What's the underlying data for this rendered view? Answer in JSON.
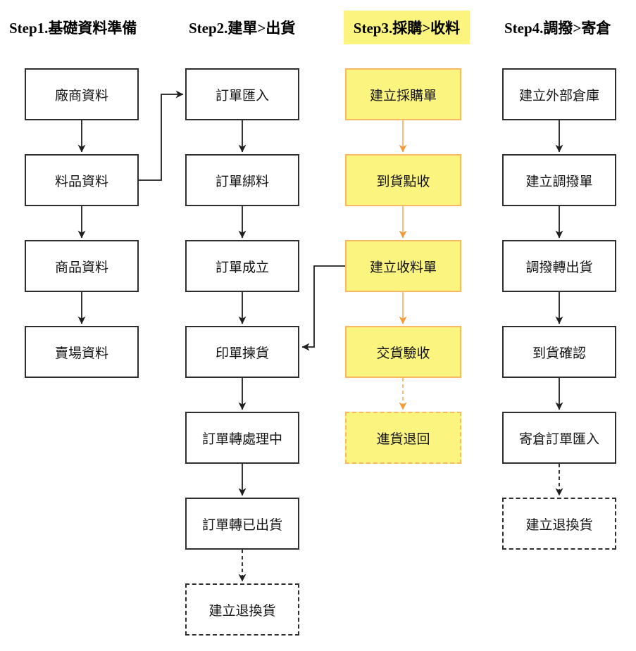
{
  "diagram": {
    "type": "flowchart",
    "colors": {
      "background": "#ffffff",
      "box_border": "#2e2e2e",
      "highlight_fill": "#fbf57f",
      "highlight_border": "#f9b863",
      "arrow_black": "#1f1f1f",
      "arrow_orange": "#f49a38"
    },
    "columns": [
      {
        "header": "Step1.基礎資料準備",
        "highlighted": false,
        "boxes": [
          {
            "label": "廠商資料",
            "style": "solid"
          },
          {
            "label": "料品資料",
            "style": "solid"
          },
          {
            "label": "商品資料",
            "style": "solid"
          },
          {
            "label": "賣場資料",
            "style": "solid"
          }
        ]
      },
      {
        "header": "Step2.建單>出貨",
        "highlighted": false,
        "boxes": [
          {
            "label": "訂單匯入",
            "style": "solid"
          },
          {
            "label": "訂單綁料",
            "style": "solid"
          },
          {
            "label": "訂單成立",
            "style": "solid"
          },
          {
            "label": "印單揀貨",
            "style": "solid"
          },
          {
            "label": "訂單轉處理中",
            "style": "solid"
          },
          {
            "label": "訂單轉已出貨",
            "style": "solid"
          },
          {
            "label": "建立退換貨",
            "style": "dashed"
          }
        ]
      },
      {
        "header": "Step3.採購>收料",
        "highlighted": true,
        "boxes": [
          {
            "label": "建立採購單",
            "style": "solid-yellow"
          },
          {
            "label": "到貨點收",
            "style": "solid-yellow"
          },
          {
            "label": "建立收料單",
            "style": "solid-yellow"
          },
          {
            "label": "交貨驗收",
            "style": "solid-yellow"
          },
          {
            "label": "進貨退回",
            "style": "dashed-yellow"
          }
        ]
      },
      {
        "header": "Step4.調撥>寄倉",
        "highlighted": false,
        "boxes": [
          {
            "label": "建立外部倉庫",
            "style": "solid"
          },
          {
            "label": "建立調撥單",
            "style": "solid"
          },
          {
            "label": "調撥轉出貨",
            "style": "solid"
          },
          {
            "label": "到貨確認",
            "style": "solid"
          },
          {
            "label": "寄倉訂單匯入",
            "style": "solid"
          },
          {
            "label": "建立退換貨",
            "style": "dashed"
          }
        ]
      }
    ],
    "connections": [
      {
        "from": "廠商資料",
        "to": "料品資料",
        "style": "solid-black"
      },
      {
        "from": "料品資料",
        "to": "商品資料",
        "style": "solid-black"
      },
      {
        "from": "商品資料",
        "to": "賣場資料",
        "style": "solid-black"
      },
      {
        "from": "料品資料",
        "to": "訂單匯入",
        "style": "solid-black-elbow"
      },
      {
        "from": "訂單匯入",
        "to": "訂單綁料",
        "style": "solid-black"
      },
      {
        "from": "訂單綁料",
        "to": "訂單成立",
        "style": "solid-black"
      },
      {
        "from": "訂單成立",
        "to": "印單揀貨",
        "style": "solid-black"
      },
      {
        "from": "印單揀貨",
        "to": "訂單轉處理中",
        "style": "solid-black"
      },
      {
        "from": "訂單轉處理中",
        "to": "訂單轉已出貨",
        "style": "solid-black"
      },
      {
        "from": "訂單轉已出貨",
        "to": "建立退換貨",
        "style": "dashed-black"
      },
      {
        "from": "建立採購單",
        "to": "到貨點收",
        "style": "solid-orange"
      },
      {
        "from": "到貨點收",
        "to": "建立收料單",
        "style": "solid-orange"
      },
      {
        "from": "建立收料單",
        "to": "交貨驗收",
        "style": "solid-orange"
      },
      {
        "from": "交貨驗收",
        "to": "進貨退回",
        "style": "dashed-orange"
      },
      {
        "from": "建立收料單",
        "to": "印單揀貨",
        "style": "solid-black-elbow"
      },
      {
        "from": "建立外部倉庫",
        "to": "建立調撥單",
        "style": "solid-black"
      },
      {
        "from": "建立調撥單",
        "to": "調撥轉出貨",
        "style": "solid-black"
      },
      {
        "from": "調撥轉出貨",
        "to": "到貨確認",
        "style": "solid-black"
      },
      {
        "from": "到貨確認",
        "to": "寄倉訂單匯入",
        "style": "solid-black"
      },
      {
        "from": "寄倉訂單匯入",
        "to": "建立退換貨",
        "style": "dashed-black"
      }
    ]
  }
}
